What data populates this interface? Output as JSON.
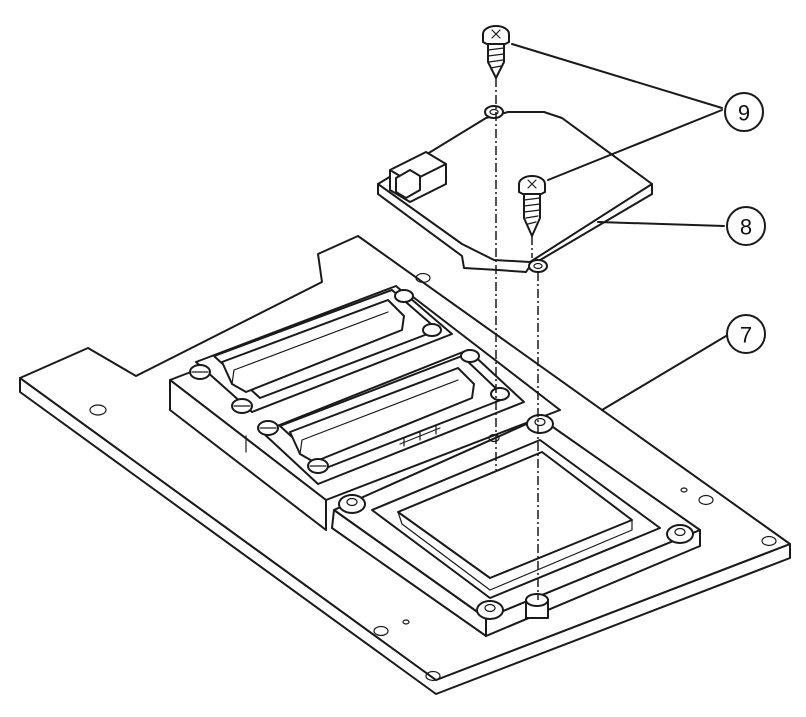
{
  "callouts": [
    {
      "id": "callout-9",
      "label": "9",
      "refers_to": "screws"
    },
    {
      "id": "callout-8",
      "label": "8",
      "refers_to": "cover-plate"
    },
    {
      "id": "callout-7",
      "label": "7",
      "refers_to": "base-plate"
    }
  ],
  "colors": {
    "line": "#1a1a1a",
    "background": "#ffffff"
  }
}
